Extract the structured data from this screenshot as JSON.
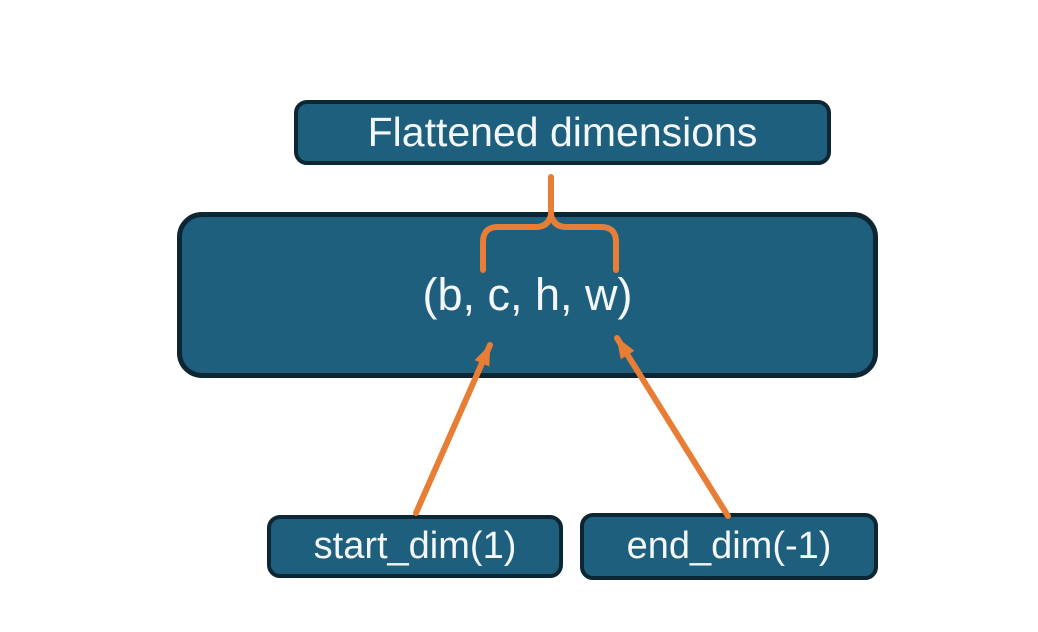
{
  "diagram": {
    "colors": {
      "canvas_bg": "#ffffff",
      "box_fill": "#1e5f7e",
      "box_border": "#0d2633",
      "connector": "#e87e35",
      "text_color": "#f4f7f8"
    },
    "title_box": {
      "label": "Flattened dimensions"
    },
    "tensor_box": {
      "label": "(b, c, h, w)"
    },
    "start_dim_box": {
      "label": "start_dim(1)"
    },
    "end_dim_box": {
      "label": "end_dim(-1)"
    }
  }
}
